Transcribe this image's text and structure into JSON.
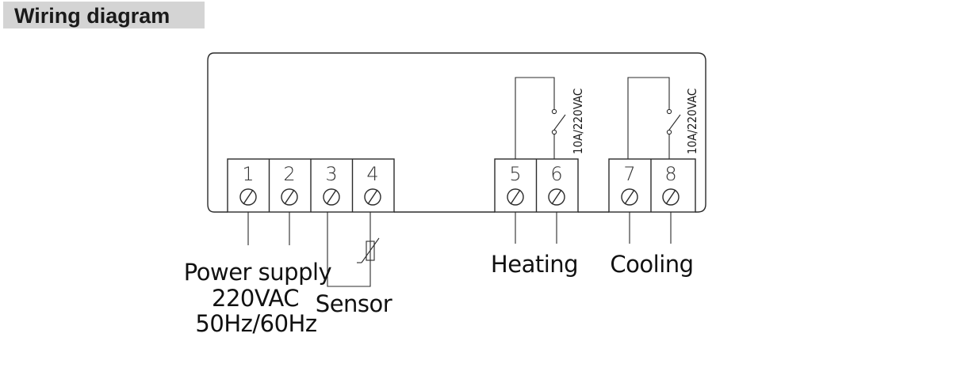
{
  "header": {
    "title": "Wiring diagram"
  },
  "terminals": [
    "1",
    "2",
    "3",
    "4",
    "5",
    "6",
    "7",
    "8"
  ],
  "relays": {
    "heating_rating": "10A/220VAC",
    "cooling_rating": "10A/220VAC"
  },
  "labels": {
    "power_supply_line1": "Power supply",
    "power_supply_line2": "220VAC",
    "power_supply_line3": "50Hz/60Hz",
    "sensor": "Sensor",
    "heating": "Heating",
    "cooling": "Cooling"
  }
}
